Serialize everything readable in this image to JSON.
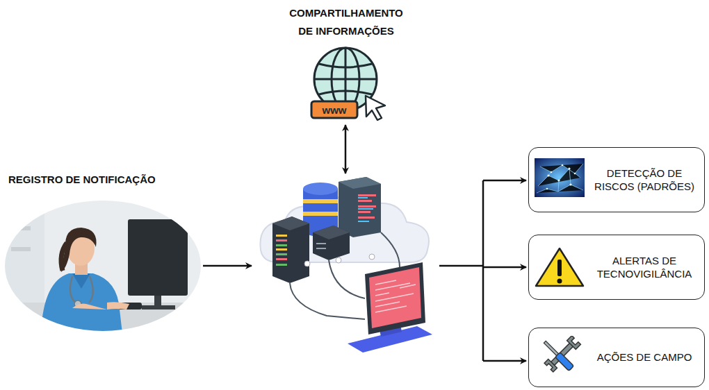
{
  "diagram": {
    "nodes": [
      {
        "text": [
          "COMPARTILHAMENTO DE INFORMAÇÕES"
        ]
      },
      {
        "text": [
          "REGISTRO DE NOTIFICAÇÃO"
        ]
      },
      {
        "text": [
          "DETECÇÃO DE RISCOS (PADRÕES)"
        ]
      },
      {
        "text": [
          "ALERTAS DE TECNOVIGILÂNCIA"
        ]
      },
      {
        "text": [
          "AÇÕES DE CAMPO"
        ]
      }
    ]
  }
}
